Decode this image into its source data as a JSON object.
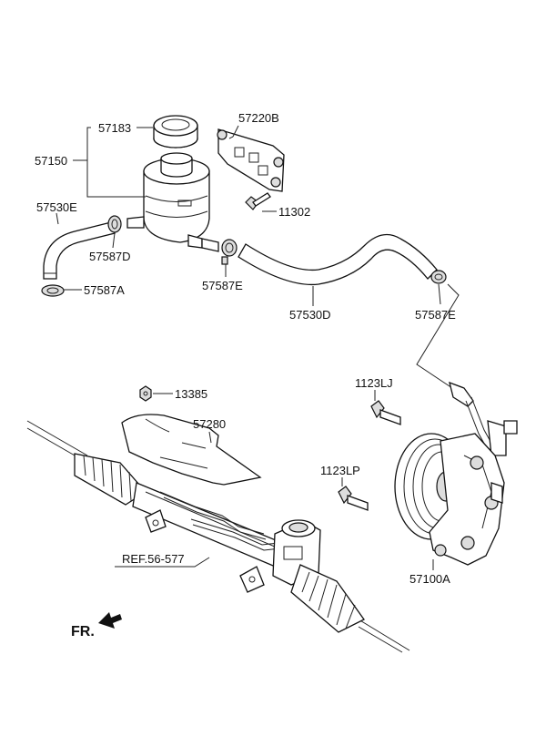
{
  "labels": {
    "p57183": "57183",
    "p57150": "57150",
    "p57220B": "57220B",
    "p11302": "11302",
    "p57530E": "57530E",
    "p57587D": "57587D",
    "p57587A": "57587A",
    "p57587E_1": "57587E",
    "p57530D": "57530D",
    "p57587E_2": "57587E",
    "p13385": "13385",
    "p57280": "57280",
    "p1123LJ": "1123LJ",
    "p1123LP": "1123LP",
    "ref": "REF.56-577",
    "p57100A": "57100A",
    "fr": "FR."
  }
}
